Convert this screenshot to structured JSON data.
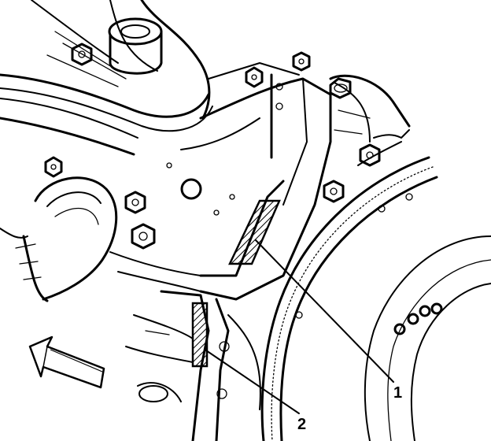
{
  "diagram": {
    "callouts": [
      {
        "id": "1",
        "label": "1"
      },
      {
        "id": "2",
        "label": "2"
      }
    ]
  },
  "colors": {
    "ink": "#000000",
    "paper": "#ffffff"
  },
  "icons": {
    "direction": "hollow-arrow-icon"
  }
}
